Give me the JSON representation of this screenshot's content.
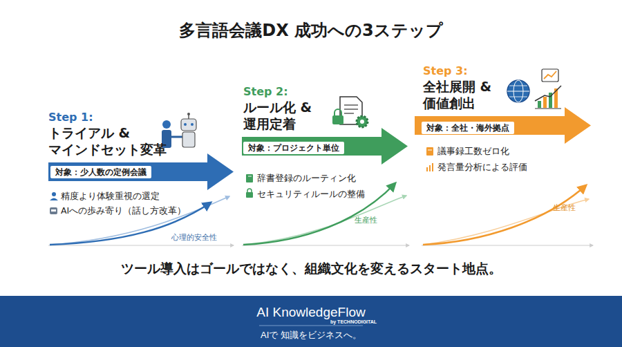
{
  "diagram": {
    "title": "多言語会議DX 成功への3ステップ",
    "caption": "ツール導入はゴールではなく、組織文化を変えるスタート地点。",
    "nodes": [
      {
        "text": [
          "Step 1:",
          "トライアル & マインドセット変革"
        ]
      },
      {
        "text": [
          "対象：少人数の定例会議"
        ],
        "in": 0
      },
      {
        "text": [
          "Step 2:",
          "ルール化 & 運用定着"
        ]
      },
      {
        "text": [
          "対象：プロジェクト単位"
        ],
        "in": 2
      },
      {
        "text": [
          "Step 3:",
          "全社展開 & 価値創出"
        ]
      },
      {
        "text": [
          "対象：全社・海外拠点"
        ],
        "in": 4
      },
      {
        "text": [
          "AI KnowledgeFlow",
          "by TECHNODIGITAL",
          "AIで 知識をビジネスへ。"
        ]
      }
    ],
    "labels": [
      "精度より体験重視の選定",
      "AIへの歩み寄り（話し方改革）",
      "心理的安全性",
      "辞書登録のルーティン化",
      "セキュリティルールの整備",
      "生産性",
      "議事録工数ゼロ化",
      "発言量分析による評価",
      "生産性"
    ]
  }
}
